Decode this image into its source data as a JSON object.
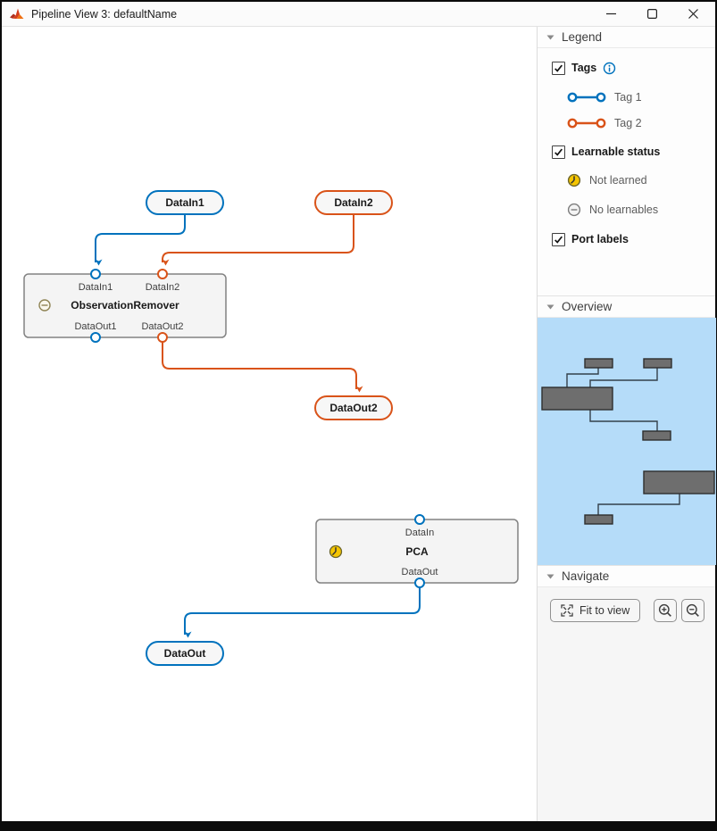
{
  "colors": {
    "tag1_blue": "#0072BD",
    "tag2_orange": "#D95319",
    "not_learned_yellow": "#F2C500",
    "no_learnables_gray": "#7d7d7d",
    "minimap_bg": "#B5DCF9",
    "minimap_block": "#6E6E6E"
  },
  "window": {
    "title": "Pipeline View 3: defaultName",
    "icon": "matlab-logo-icon",
    "controls": [
      "minimize",
      "maximize",
      "close"
    ]
  },
  "canvas": {
    "pills": [
      {
        "label": "DataIn1",
        "color": "#0072BD"
      },
      {
        "label": "DataIn2",
        "color": "#D95319"
      },
      {
        "label": "DataOut2",
        "color": "#D95319"
      },
      {
        "label": "DataOut",
        "color": "#0072BD"
      }
    ],
    "blocks": [
      {
        "name": "ObservationRemover",
        "status": "no-learnables",
        "ports_in": [
          "DataIn1",
          "DataIn2"
        ],
        "ports_out": [
          "DataOut1",
          "DataOut2"
        ]
      },
      {
        "name": "PCA",
        "status": "not-learned",
        "ports_in": [
          "DataIn"
        ],
        "ports_out": [
          "DataOut"
        ]
      }
    ]
  },
  "sidebar": {
    "legend": {
      "header": "Legend",
      "tags": {
        "label": "Tags",
        "checked": true,
        "info_icon": "info-icon"
      },
      "tag_items": [
        {
          "label": "Tag 1",
          "color": "#0072BD"
        },
        {
          "label": "Tag 2",
          "color": "#D95319"
        }
      ],
      "learnable": {
        "label": "Learnable status",
        "checked": true
      },
      "status_items": [
        {
          "label": "Not learned",
          "icon": "clock-icon"
        },
        {
          "label": "No learnables",
          "icon": "minus-circle-icon"
        }
      ],
      "port_labels": {
        "label": "Port labels",
        "checked": true
      }
    },
    "overview": {
      "header": "Overview"
    },
    "navigate": {
      "header": "Navigate",
      "fit_button": "Fit to view",
      "zoom_in_icon": "zoom-in-icon",
      "zoom_out_icon": "zoom-out-icon"
    }
  }
}
